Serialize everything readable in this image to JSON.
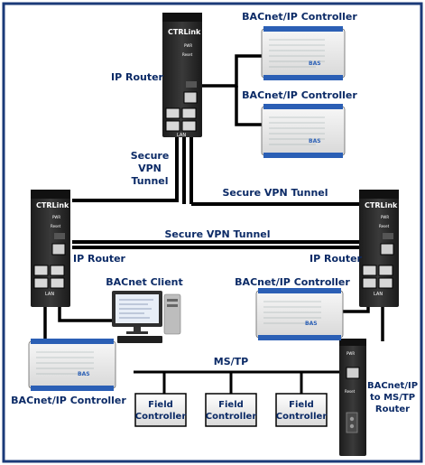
{
  "labels": {
    "bacnet_ip_controller_1": "BACnet/IP Controller",
    "bacnet_ip_controller_2": "BACnet/IP Controller",
    "bacnet_ip_controller_3": "BACnet/IP Controller",
    "bacnet_ip_controller_4": "BACnet/IP Controller",
    "ip_router_top": "IP Router",
    "ip_router_left": "IP Router",
    "ip_router_right": "IP Router",
    "secure_vpn_tunnel_vertical": [
      "Secure",
      "VPN",
      "Tunnel"
    ],
    "secure_vpn_tunnel_upper": "Secure VPN Tunnel",
    "secure_vpn_tunnel_lower": "Secure VPN Tunnel",
    "bacnet_client": "BACnet Client",
    "mstp": "MS/TP",
    "bacnet_ip_to_mstp_router": [
      "BACnet/IP",
      "to MS/TP",
      "Router"
    ]
  },
  "devices": {
    "router_brand": "CTRLink",
    "router_port_label": "LAN",
    "router_power_label": "PWR",
    "router_reset_label": "Reset",
    "controller_brand": "BAS"
  },
  "field_controllers": [
    {
      "line1": "Field",
      "line2": "Controller"
    },
    {
      "line1": "Field",
      "line2": "Controller"
    },
    {
      "line1": "Field",
      "line2": "Controller"
    }
  ],
  "colors": {
    "frame": "#1b3a78",
    "wire": "#000000",
    "label": "#0b2a66",
    "router_body": "#2a2a2a",
    "field_box_fill": "#f2f2f2"
  }
}
